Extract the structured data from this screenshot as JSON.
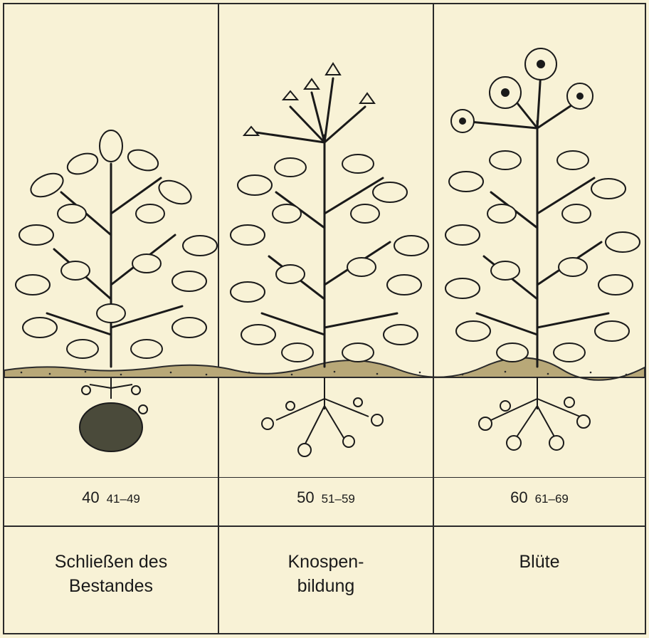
{
  "stages": [
    {
      "code": "40",
      "range": "41–49",
      "label_line1": "Schließen des",
      "label_line2": "Bestandes"
    },
    {
      "code": "50",
      "range": "51–59",
      "label_line1": "Knospen-",
      "label_line2": "bildung"
    },
    {
      "code": "60",
      "range": "61–69",
      "label_line1": "Blüte",
      "label_line2": ""
    }
  ],
  "colors": {
    "paper": "#f8f2d6",
    "ink": "#1a1a1a",
    "soil": "#2a2a2a"
  }
}
